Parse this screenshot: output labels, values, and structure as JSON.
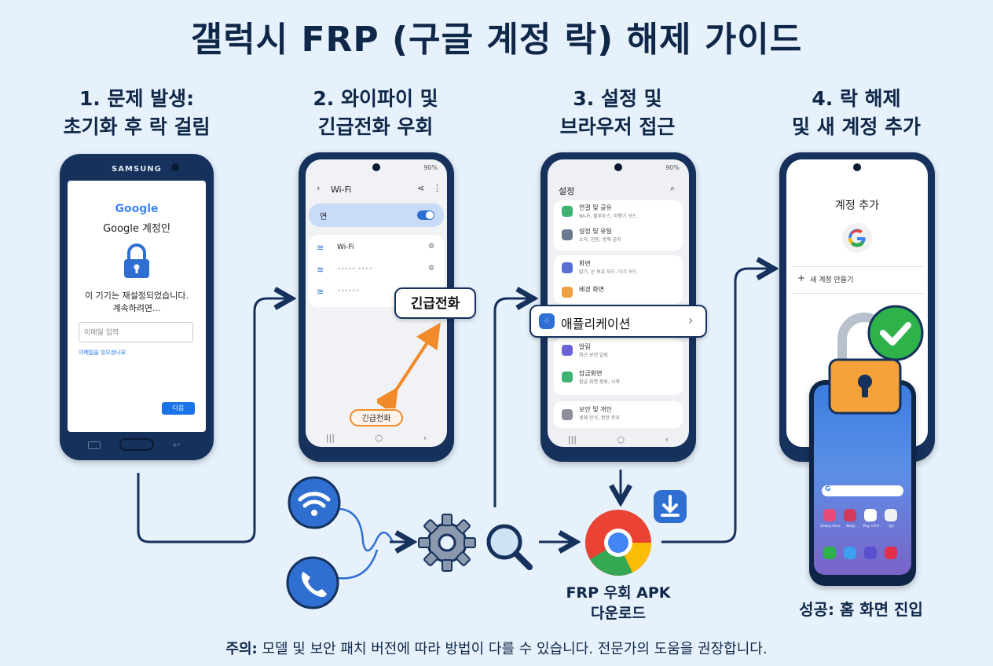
{
  "title": "갤럭시 FRP (구글 계정 락) 해제 가이드",
  "steps": [
    {
      "title_line1": "1. 문제 발생:",
      "title_line2": "초기화 후 락 걸림"
    },
    {
      "title_line1": "2. 와이파이 및",
      "title_line2": "긴급전화 우회"
    },
    {
      "title_line1": "3. 설정 및",
      "title_line2": "브라우저 접근"
    },
    {
      "title_line1": "4. 락 해제",
      "title_line2": "및 새 계정 추가"
    }
  ],
  "phone1": {
    "brand": "SAMSUNG",
    "google_logo": "Google",
    "heading": "Google 계정인",
    "message_line1": "이 기기는 재설정되었습니다.",
    "message_line2": "계속하려면...",
    "input_placeholder": "이메일 입력",
    "forgot_link": "이메일을 잊으셨나요",
    "next_button": "다음"
  },
  "phone2": {
    "status": "90%",
    "header": "Wi-Fi",
    "toggle_label": "연",
    "networks": [
      "Wi-Fi",
      "••••• ••••",
      "••••••"
    ],
    "callout": "긴급전화",
    "emergency_button": "긴급전화"
  },
  "phone3": {
    "status": "90%",
    "header": "설정",
    "rows": [
      {
        "label": "연결 및 공유",
        "sub": "Wi-Fi, 블루투스, 비행기 모드"
      },
      {
        "label": "설정 및 유틸",
        "sub": "소리, 진동, 방해 금지"
      },
      {
        "label": "화면",
        "sub": "밝기, 눈 보호 모드, 다크 모드"
      },
      {
        "label": "배경 화면",
        "sub": ""
      },
      {
        "label": "알림",
        "sub": "최근 보낸 알림"
      },
      {
        "label": "잠금화면",
        "sub": "잠금 화면 종류, 시계"
      },
      {
        "label": "보안 및 개인",
        "sub": "생체 인식, 권한 관리"
      }
    ],
    "highlight": "애플리케이션"
  },
  "phone4": {
    "header": "계정 추가",
    "add_item": "새 계정 만들기",
    "home_apps_row1": [
      "Galaxy Store",
      "Bixby",
      "Play 스토어",
      "앱스"
    ],
    "success_label": "성공: 홈 화면 진입"
  },
  "flow": {
    "apk_line1": "FRP 우회 APK",
    "apk_line2": "다운로드"
  },
  "note": {
    "prefix": "주의:",
    "text": " 모델 및 보안 패치 버전에 따라 방법이 다를 수 있습니다. 전문가의 도움을 권장합니다."
  },
  "colors": {
    "navy": "#15315c",
    "accent_blue": "#2f6fd1",
    "orange": "#f08a2a",
    "green": "#2db34a",
    "background": "#e6f1fb"
  }
}
